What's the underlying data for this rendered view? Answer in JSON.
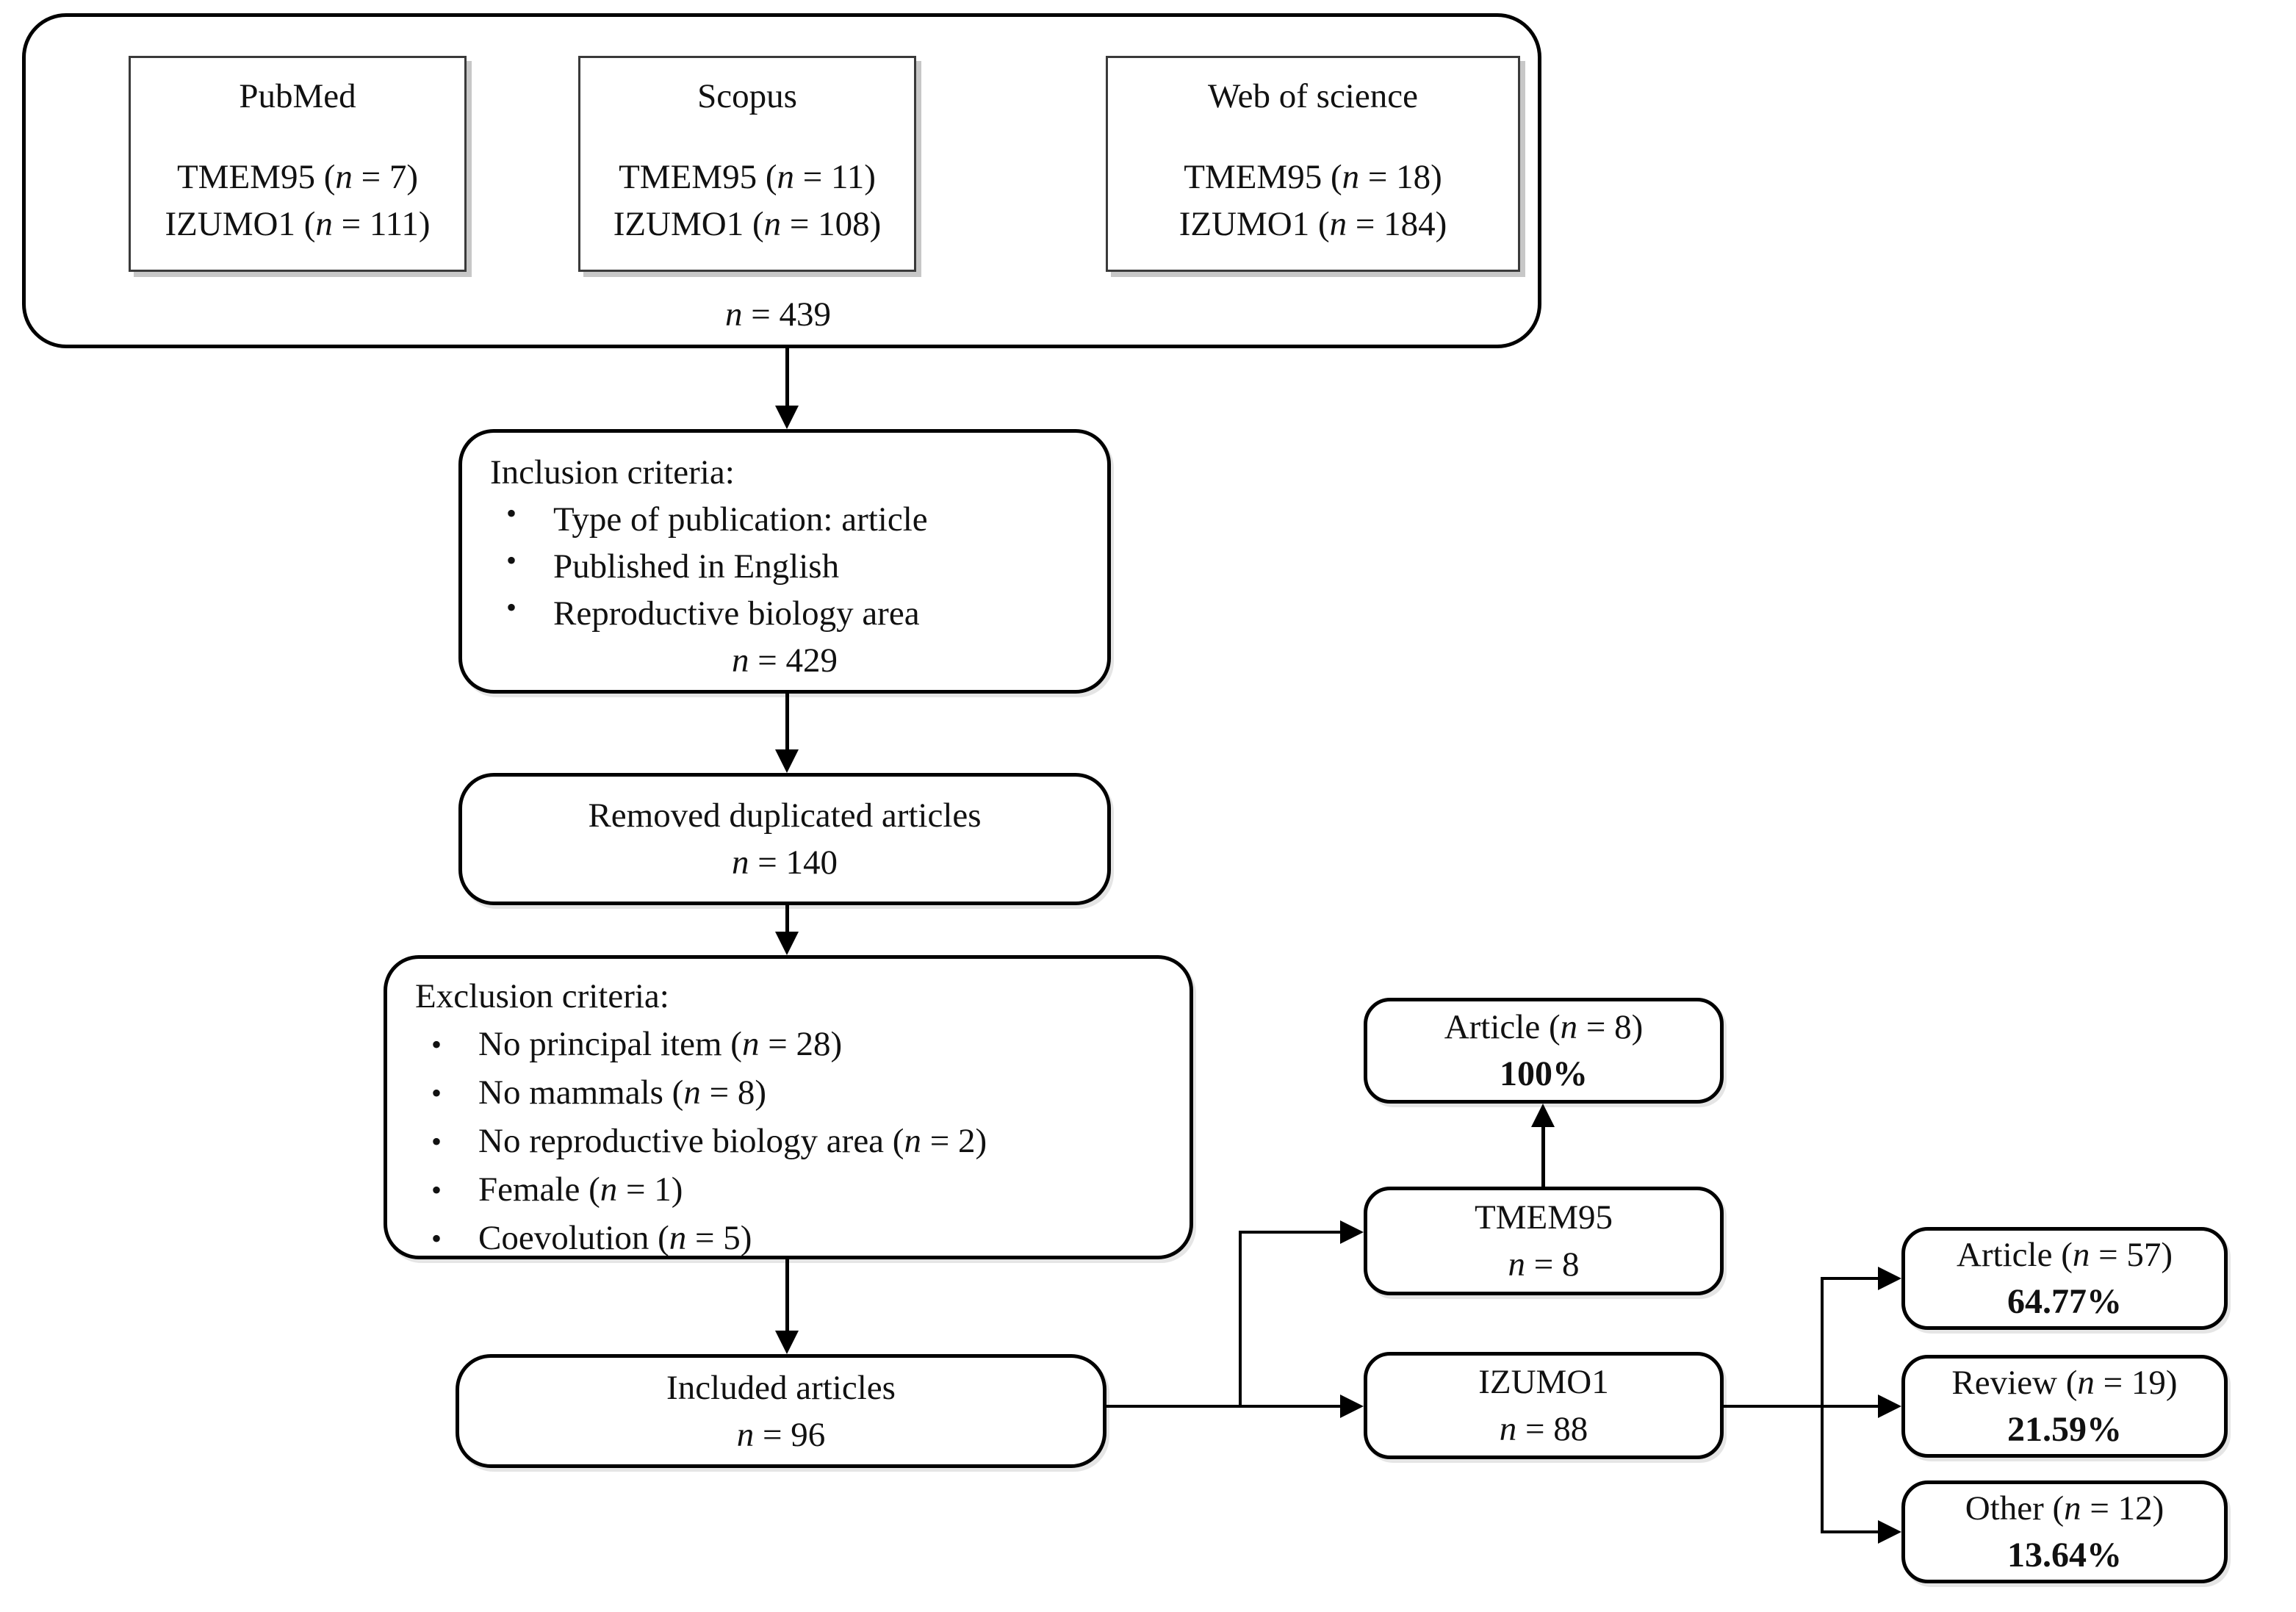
{
  "databases": {
    "items": [
      {
        "name": "PubMed",
        "tmem": "TMEM95 (n = 7)",
        "izumo": "IZUMO1 (n = 111)"
      },
      {
        "name": "Scopus",
        "tmem": "TMEM95 (n = 11)",
        "izumo": "IZUMO1 (n = 108)"
      },
      {
        "name": "Web of science",
        "tmem": "TMEM95 (n = 18)",
        "izumo": "IZUMO1 (n = 184)"
      }
    ],
    "total": "n = 439"
  },
  "inclusion": {
    "heading": "Inclusion criteria:",
    "bullets": [
      "Type of publication: article",
      "Published in English",
      "Reproductive biology area"
    ],
    "count": "n = 429"
  },
  "removed": {
    "line1": "Removed duplicated articles",
    "count": "n = 140"
  },
  "exclusion": {
    "heading": "Exclusion criteria:",
    "bullets": [
      "No principal item (n = 28)",
      "No mammals (n = 8)",
      "No reproductive biology area (n = 2)",
      "Female (n = 1)",
      "Coevolution (n = 5)"
    ]
  },
  "included": {
    "line1": "Included articles",
    "count": "n = 96"
  },
  "tmem95_node": {
    "name": "TMEM95",
    "count": "n = 8"
  },
  "izumo1_node": {
    "name": "IZUMO1",
    "count": "n = 88"
  },
  "tmem95_outcome": {
    "line1": "Article (n = 8)",
    "percent": "100%"
  },
  "izumo1_outcomes": [
    {
      "line1": "Article (n = 57)",
      "percent": "64.77%"
    },
    {
      "line1": "Review (n = 19)",
      "percent": "21.59%"
    },
    {
      "line1": "Other (n = 12)",
      "percent": "13.64%"
    }
  ],
  "colors": {
    "line": "#000000",
    "box_background": "#ffffff",
    "box_border": "#000000",
    "inner_box_shadow": "#c7c7c7",
    "text": "#111111"
  }
}
